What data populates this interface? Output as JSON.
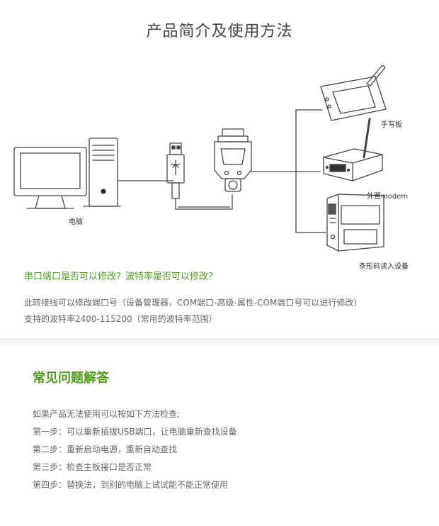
{
  "title": "产品简介及使用方法",
  "labels": {
    "computer": "电脑",
    "tablet": "手写板",
    "modem": "外置modem",
    "scanner": "条形码读入设备"
  },
  "question": "串口端口是否可以修改？波特率是否可以修改？",
  "descriptions": [
    "此转接线可以修改端口号（设备管理器，COM端口-高级-属性-COM端口号可以进行修改）",
    "支持的波特率2400-115200（常用的波特率范围）"
  ],
  "faq": {
    "title": "常见问题解答",
    "intro": "如果产品无法使用可以按如下方法检查;",
    "steps": [
      "第一步：可以重新插拔USB端口，让电脑重新查找设备",
      "第二步：重新启动电源，重新自动查找",
      "第三步：检查主板接口是否正常",
      "第四步：替换法，到别的电脑上试试能不能正常使用"
    ]
  }
}
